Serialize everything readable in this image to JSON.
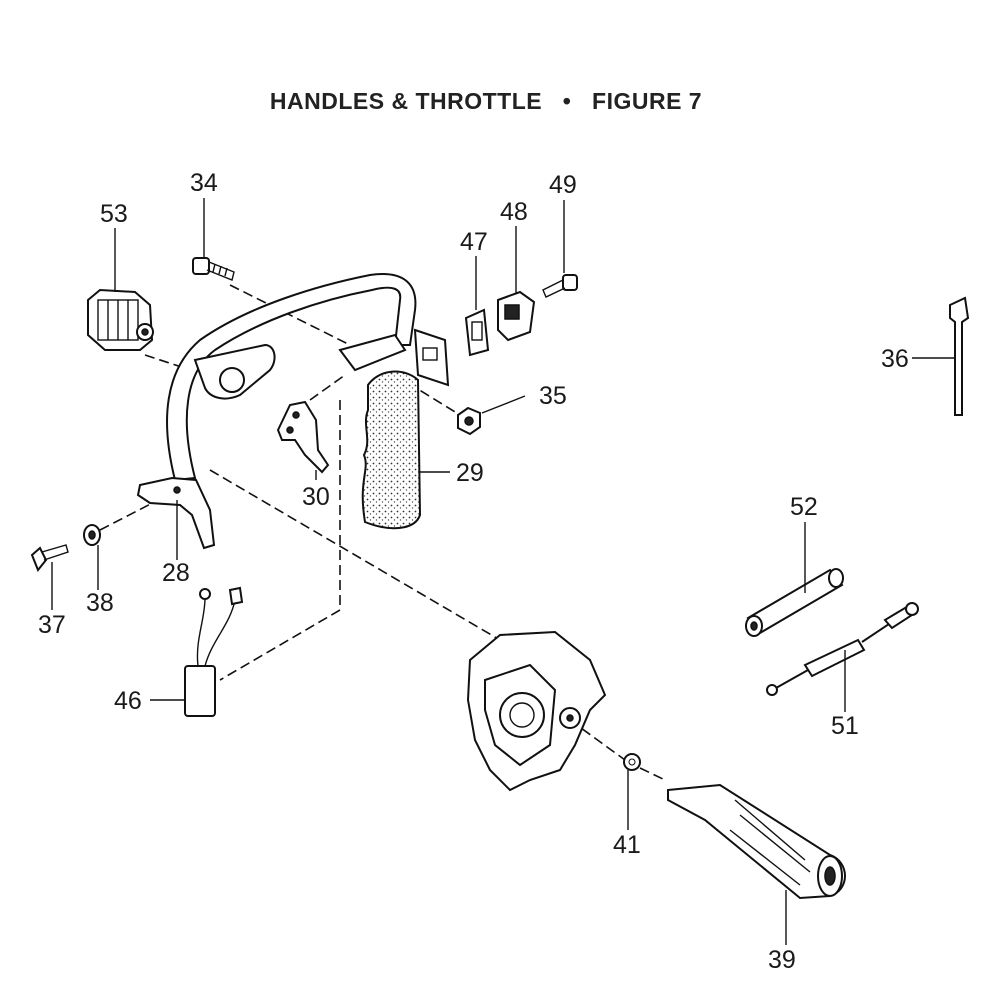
{
  "figure": {
    "title_left": "HANDLES & THROTTLE",
    "separator": "•",
    "title_right": "FIGURE 7"
  },
  "callouts": {
    "p28": "28",
    "p29": "29",
    "p30": "30",
    "p34": "34",
    "p35": "35",
    "p36": "36",
    "p37": "37",
    "p38": "38",
    "p39": "39",
    "p41": "41",
    "p46": "46",
    "p47": "47",
    "p48": "48",
    "p49": "49",
    "p51": "51",
    "p52": "52",
    "p53": "53"
  }
}
